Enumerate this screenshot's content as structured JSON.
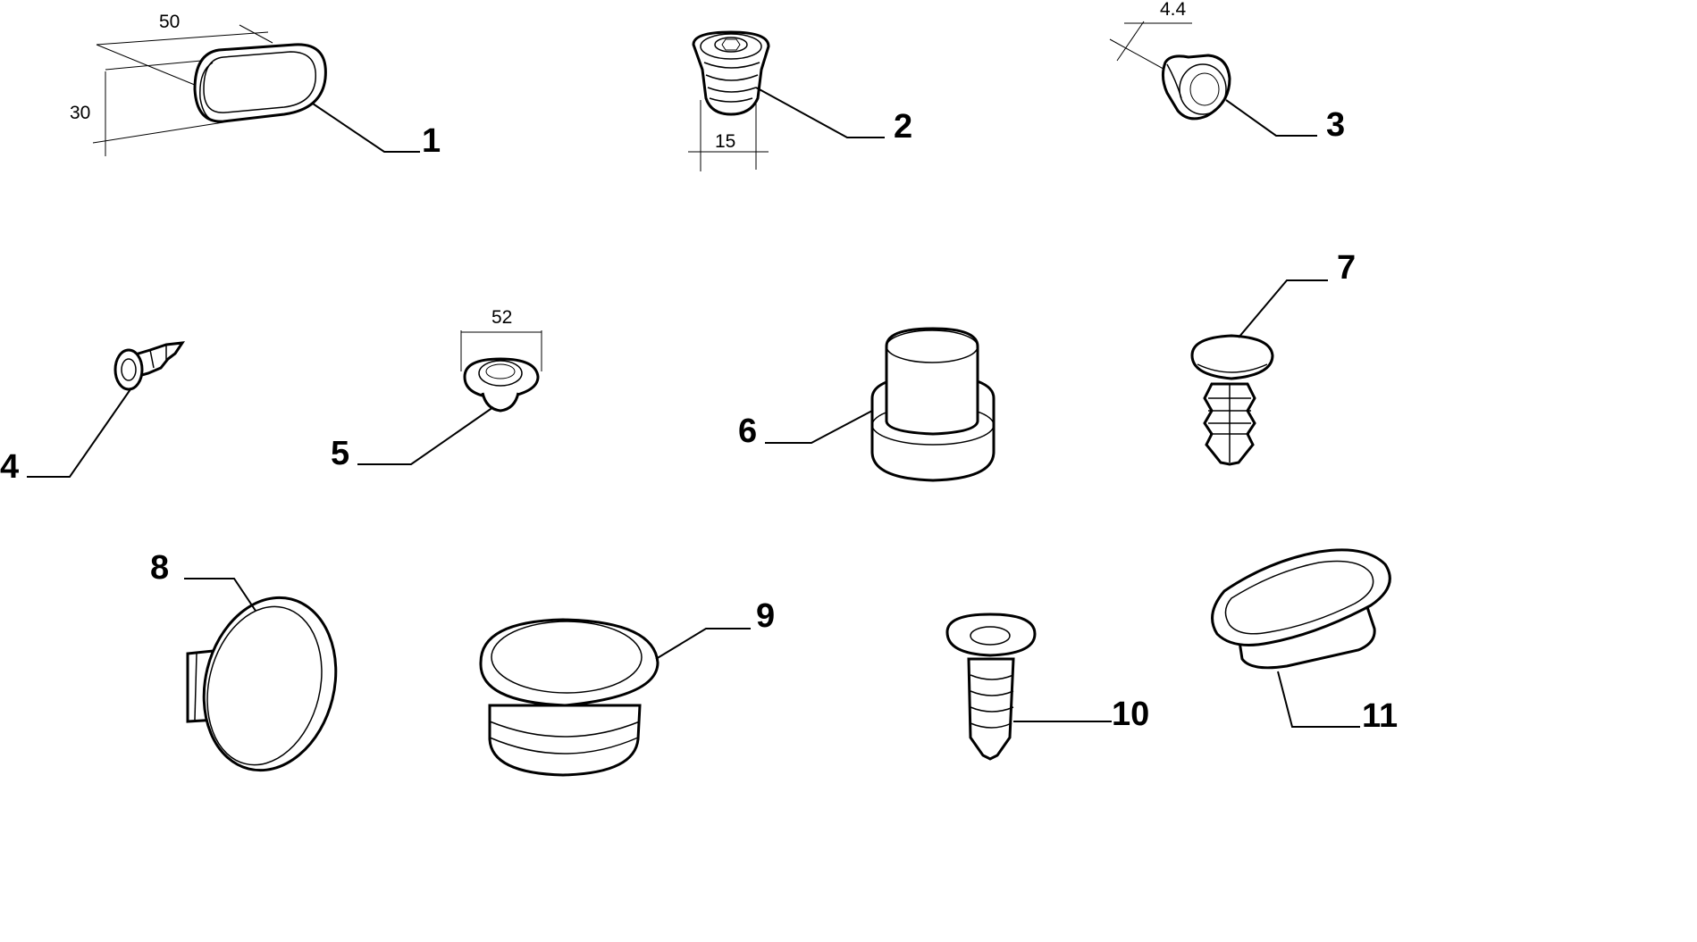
{
  "parts": [
    {
      "number": "1",
      "dimensions": [
        "50",
        "30"
      ]
    },
    {
      "number": "2",
      "dimensions": [
        "15"
      ]
    },
    {
      "number": "3",
      "dimensions": [
        "4.4"
      ]
    },
    {
      "number": "4"
    },
    {
      "number": "5",
      "dimensions": [
        "52"
      ]
    },
    {
      "number": "6"
    },
    {
      "number": "7"
    },
    {
      "number": "8"
    },
    {
      "number": "9"
    },
    {
      "number": "10"
    },
    {
      "number": "11"
    }
  ]
}
